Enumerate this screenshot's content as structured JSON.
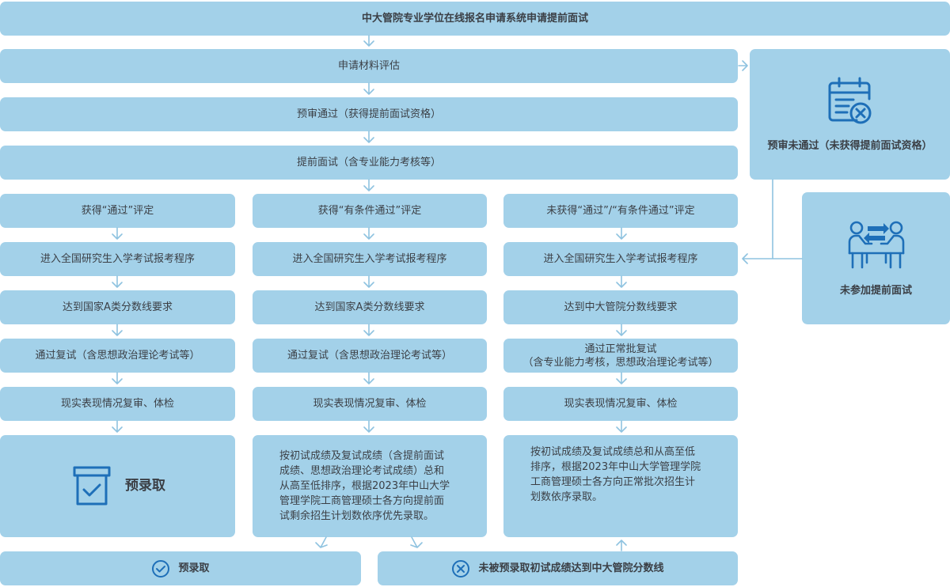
{
  "top": "中大管院专业学位在线报名申请系统申请提前面试",
  "step1": "申请材料评估",
  "step2": "预审通过（获得提前面试资格）",
  "step3": "提前面试（含专业能力考核等）",
  "side1": {
    "label": "预审未通过（未获得提前面试资格）",
    "icon": "calendar-cancel-icon"
  },
  "side2": {
    "label": "未参加提前面试",
    "icon": "meeting-people-icon"
  },
  "col1": {
    "r1": "获得“通过”评定",
    "r2": "进入全国研究生入学考试报考程序",
    "r3": "达到国家A类分数线要求",
    "r4": "通过复试（含思想政治理论考试等）",
    "r5": "现实表现情况复审、体检",
    "r6": "预录取",
    "r6_icon": "clipboard-check-icon"
  },
  "col2": {
    "r1": "获得“有条件通过”评定",
    "r2": "进入全国研究生入学考试报考程序",
    "r3": "达到国家A类分数线要求",
    "r4": "通过复试（含思想政治理论考试等）",
    "r5": "现实表现情况复审、体检",
    "r6_lines": [
      "按初试成绩及复试成绩（含提前面试",
      "成绩、思想政治理论考试成绩）总和",
      "从高至低排序，根据2023年中山大学",
      "管理学院工商管理硕士各方向提前面",
      "试剩余招生计划数依序优先录取。"
    ]
  },
  "col3": {
    "r1": "未获得“通过”/“有条件通过”评定",
    "r2": "进入全国研究生入学考试报考程序",
    "r3": "达到中大管院分数线要求",
    "r4_lines": [
      "通过正常批复试",
      "（含专业能力考核，思想政治理论考试等）"
    ],
    "r5": "现实表现情况复审、体检",
    "r6_lines": [
      "按初试成绩及复试成绩总和从高至低",
      "排序，根据2023年中山大学管理学院",
      "工商管理硕士各方向正常批次招生计",
      "划数依序录取。"
    ]
  },
  "bottom1": {
    "label": "预录取",
    "icon": "check-circle-icon"
  },
  "bottom2": {
    "label": "未被预录取初试成绩达到中大管院分数线",
    "icon": "cross-circle-icon"
  },
  "colors": {
    "box": "#a3d1e9",
    "icon": "#1e6fb8",
    "arrow": "#8fc3e0"
  }
}
